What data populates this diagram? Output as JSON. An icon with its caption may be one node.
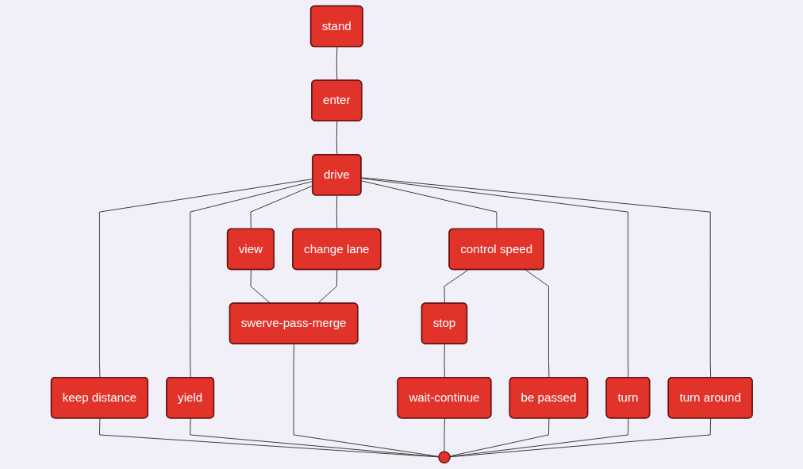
{
  "diagram": {
    "nodes": [
      {
        "text": [
          "stand"
        ]
      },
      {
        "text": [
          "enter"
        ]
      },
      {
        "text": [
          "drive"
        ]
      },
      {
        "text": [
          "keep distance"
        ]
      },
      {
        "text": [
          "yield"
        ]
      },
      {
        "text": [
          "view"
        ]
      },
      {
        "text": [
          "change lane"
        ]
      },
      {
        "text": [
          "control speed"
        ]
      },
      {
        "text": [
          "turn"
        ]
      },
      {
        "text": [
          "turn around"
        ]
      },
      {
        "text": [
          "swerve-pass-merge"
        ]
      },
      {
        "text": [
          "stop"
        ]
      },
      {
        "text": [
          "wait-continue"
        ]
      },
      {
        "text": [
          "be passed"
        ]
      },
      {
        "text": [],
        "shape": "circle"
      }
    ],
    "edges": [
      {
        "from": 0,
        "to": 1,
        "arrow": "none"
      },
      {
        "from": 1,
        "to": 2,
        "arrow": "none"
      },
      {
        "from": 2,
        "to": 3,
        "arrow": "none"
      },
      {
        "from": 2,
        "to": 4,
        "arrow": "none"
      },
      {
        "from": 2,
        "to": 5,
        "arrow": "none"
      },
      {
        "from": 2,
        "to": 6,
        "arrow": "none"
      },
      {
        "from": 2,
        "to": 7,
        "arrow": "none"
      },
      {
        "from": 2,
        "to": 8,
        "arrow": "none"
      },
      {
        "from": 2,
        "to": 9,
        "arrow": "none"
      },
      {
        "from": 5,
        "to": 10,
        "arrow": "none"
      },
      {
        "from": 6,
        "to": 10,
        "arrow": "none"
      },
      {
        "from": 7,
        "to": 11,
        "arrow": "none"
      },
      {
        "from": 7,
        "to": 13,
        "arrow": "none"
      },
      {
        "from": 11,
        "to": 12,
        "arrow": "none"
      },
      {
        "from": 3,
        "to": 14,
        "arrow": "none"
      },
      {
        "from": 4,
        "to": 14,
        "arrow": "none"
      },
      {
        "from": 10,
        "to": 14,
        "arrow": "none"
      },
      {
        "from": 12,
        "to": 14,
        "arrow": "none"
      },
      {
        "from": 13,
        "to": 14,
        "arrow": "none"
      },
      {
        "from": 8,
        "to": 14,
        "arrow": "none"
      },
      {
        "from": 9,
        "to": 14,
        "arrow": "none"
      }
    ]
  }
}
